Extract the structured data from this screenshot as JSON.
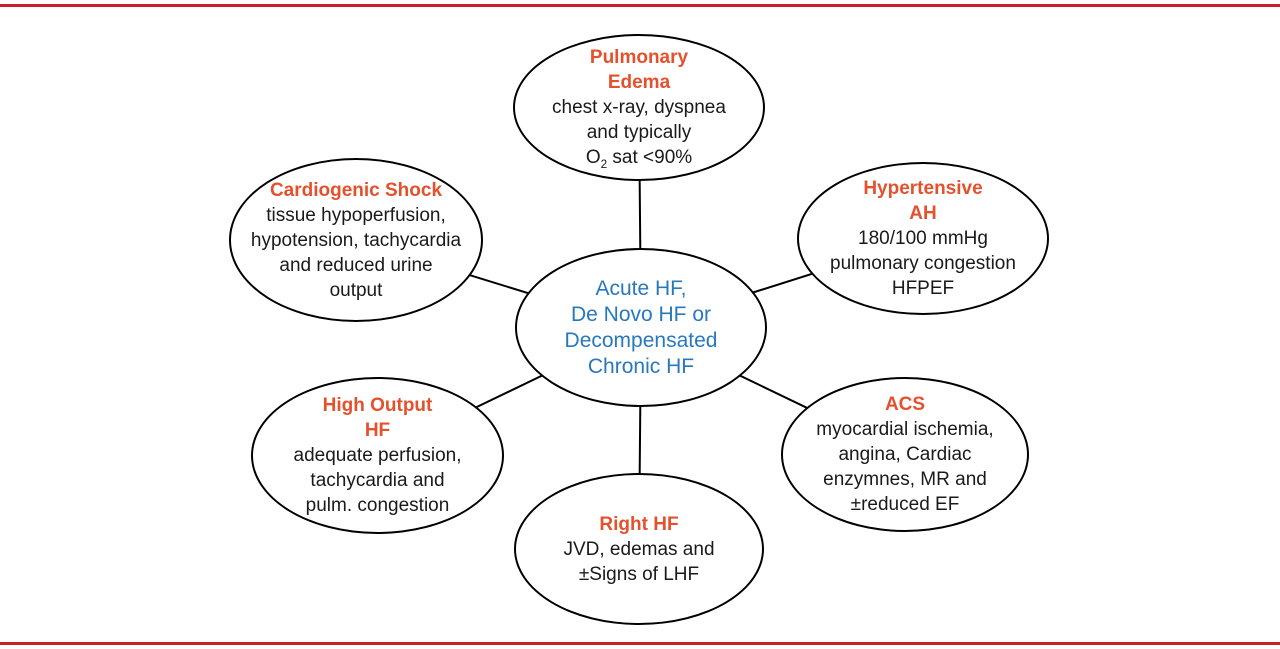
{
  "figure": {
    "colors": {
      "title_orange": "#e5512d",
      "center_blue": "#2878be",
      "rule_red": "#c92128",
      "body_text": "#1a1a1a",
      "ellipse_border": "#000000"
    },
    "nodes": {
      "center": {
        "lines": [
          "Acute HF,",
          "De Novo HF or",
          "Decompensated",
          "Chronic HF"
        ]
      },
      "pulmonary": {
        "title": [
          "Pulmonary",
          "Edema"
        ],
        "body": [
          "chest x-ray, dyspnea",
          "and typically"
        ],
        "o2_line": {
          "base": "O",
          "sub": "2",
          "rest": " sat <90%"
        }
      },
      "cardiogenic": {
        "title": [
          "Cardiogenic Shock"
        ],
        "body": [
          "tissue hypoperfusion,",
          "hypotension, tachycardia",
          "and reduced urine",
          "output"
        ]
      },
      "hypertensive": {
        "title": [
          "Hypertensive",
          "AH"
        ],
        "body": [
          "180/100 mmHg",
          "pulmonary congestion",
          "HFPEF"
        ]
      },
      "high_output": {
        "title": [
          "High Output",
          "HF"
        ],
        "body": [
          "adequate perfusion,",
          "tachycardia and",
          "pulm. congestion"
        ]
      },
      "acs": {
        "title": [
          "ACS"
        ],
        "body": [
          "myocardial ischemia,",
          "angina, Cardiac",
          "enzymnes, MR and",
          "±reduced EF"
        ]
      },
      "right_hf": {
        "title": [
          "Right HF"
        ],
        "body": [
          "JVD, edemas and",
          "±Signs of LHF"
        ]
      }
    }
  }
}
